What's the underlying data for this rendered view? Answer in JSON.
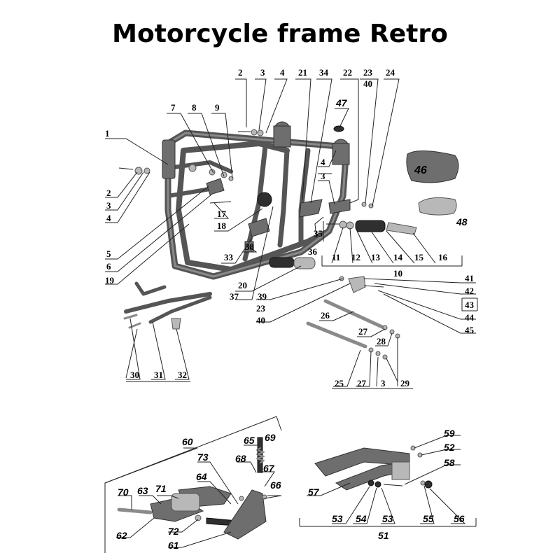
{
  "title": "Motorcycle frame Retro",
  "callouts_top": [
    "1",
    "2",
    "3",
    "4",
    "5",
    "6",
    "7",
    "8",
    "9",
    "10",
    "11",
    "12",
    "13",
    "14",
    "15",
    "16",
    "17",
    "18",
    "19",
    "20",
    "21",
    "22",
    "23",
    "24",
    "25",
    "26",
    "27",
    "28",
    "29",
    "30",
    "31",
    "32",
    "33",
    "34",
    "35",
    "36",
    "37",
    "38",
    "39",
    "40",
    "41",
    "42",
    "43",
    "44",
    "45",
    "46",
    "47",
    "48"
  ],
  "labels": {
    "c1": "1",
    "c2a": "2",
    "c3a": "3",
    "c4a": "4",
    "c21": "21",
    "c34": "34",
    "c22": "22",
    "c23a": "23",
    "c40a": "40",
    "c24": "24",
    "c7": "7",
    "c8": "8",
    "c9": "9",
    "c47": "47",
    "c46": "46",
    "c48": "48",
    "c2b": "2",
    "c3b": "3",
    "c4b": "4",
    "c4c": "4",
    "c3c": "3",
    "c17": "17",
    "c18": "18",
    "c5": "5",
    "c6": "6",
    "c19": "19",
    "c33": "33",
    "c38": "38",
    "c35": "35",
    "c36": "36",
    "c11": "11",
    "c12": "12",
    "c13": "13",
    "c14": "14",
    "c15": "15",
    "c16": "16",
    "c10": "10",
    "c20": "20",
    "c37": "37",
    "c39": "39",
    "c23b": "23",
    "c40b": "40",
    "c41": "41",
    "c42": "42",
    "c43": "43",
    "c44": "44",
    "c45": "45",
    "c26": "26",
    "c27a": "27",
    "c28": "28",
    "c25": "25",
    "c27b": "27",
    "c3d": "3",
    "c29": "29",
    "c30": "30",
    "c31": "31",
    "c32": "32",
    "c60": "60",
    "c65": "65",
    "c69": "69",
    "c73": "73",
    "c68": "68",
    "c67": "67",
    "c64": "64",
    "c66": "66",
    "c70": "70",
    "c63": "63",
    "c71": "71",
    "c62": "62",
    "c72": "72",
    "c61": "61",
    "c59": "59",
    "c52": "52",
    "c58": "58",
    "c57": "57",
    "c53a": "53",
    "c54": "54",
    "c53b": "53",
    "c55": "55",
    "c56": "56",
    "c51": "51"
  }
}
